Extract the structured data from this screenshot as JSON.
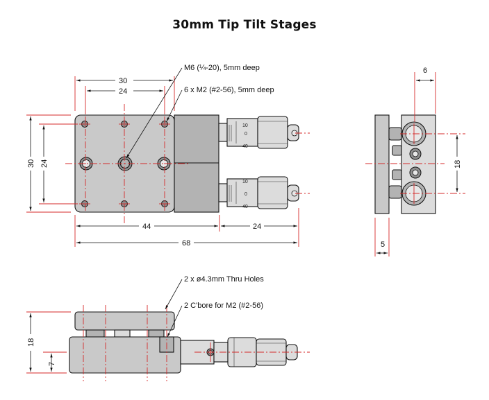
{
  "title": "30mm Tip Tilt Stages",
  "top_view": {
    "dim_width_outer": "30",
    "dim_width_inner": "24",
    "dim_height_outer": "30",
    "dim_height_inner": "24",
    "dim_body": "44",
    "dim_micrometer": "24",
    "dim_total": "68",
    "note_tap": "M6 (¼-20), 5mm deep",
    "note_holes": "6 x M2 (#2-56), 5mm deep"
  },
  "micrometer_scale": [
    "10",
    "0",
    "40"
  ],
  "side_view": {
    "dim_top": "6",
    "dim_spacing": "18",
    "dim_bottom": "5"
  },
  "front_view": {
    "note_thru": "2 x ø4.3mm Thru Holes",
    "note_cbore": "2 C'bore for M2 (#2-56)",
    "dim_height": "18",
    "dim_lower": "7"
  }
}
